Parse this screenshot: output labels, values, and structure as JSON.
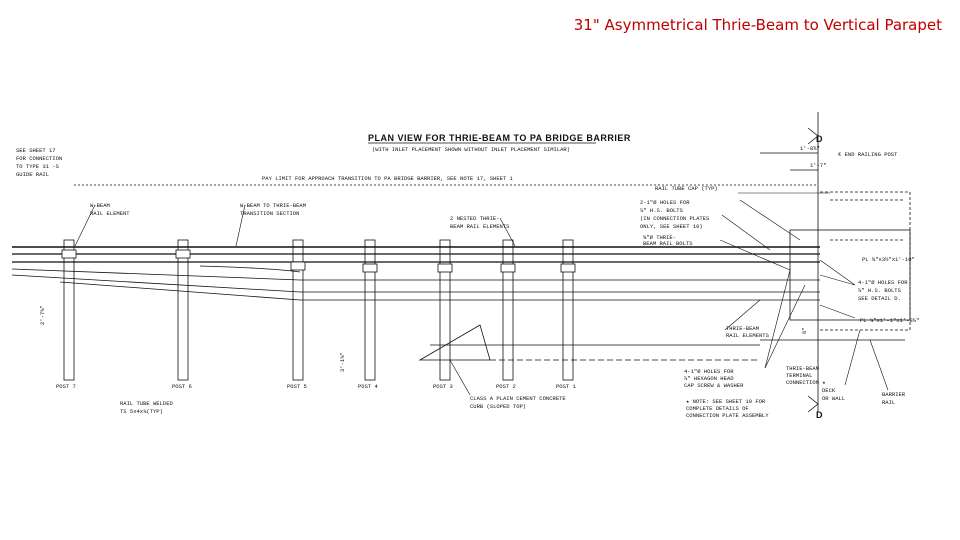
{
  "slide": {
    "title": "31\" Asymmetrical Thrie-Beam to Vertical Parapet"
  },
  "drawing": {
    "title": "PLAN VIEW FOR THRIE-BEAM TO PA BRIDGE BARRIER",
    "subtitle": "(WITH INLET PLACEMENT SHOWN WITHOUT INLET PLACEMENT SIMILAR)",
    "pay_line": "PAY LIMIT FOR APPROACH TRANSITION TO PA BRIDGE BARRIER, SEE NOTE 17, SHEET 1",
    "notes": {
      "see_sheet_17": [
        "SEE SHEET 17",
        "FOR CONNECTION",
        "TO TYPE 31 -S",
        "GUIDE RAIL"
      ],
      "w_beam": [
        "W-BEAM",
        "RAIL ELEMENT"
      ],
      "w_to_thrie": [
        "W-BEAM TO THRIE-BEAM",
        "TRANSITION SECTION"
      ],
      "nested": [
        "2 NESTED THRIE-",
        "BEAM RAIL ELEMENTS"
      ],
      "rail_tube_cap": "RAIL TUBE CAP (TYP)",
      "holes_top": [
        "2-1\"Ø HOLES FOR",
        "⅞\" H.S. BOLTS",
        "(IN CONNECTION PLATES",
        "ONLY, SEE SHEET 10)"
      ],
      "beam_bolts": [
        "⅝\"Ø THRIE-",
        "BEAM RAIL BOLTS"
      ],
      "end_railing": "€ END RAILING POST",
      "holes_right": [
        "4-1\"Ø HOLES FOR",
        "⅞\" H.S. BOLTS",
        "SEE DETAIL D."
      ],
      "pl_top": "PL ⅝\"x3½\"x1'-10\"",
      "pl_bottom": "PL ⅜\"x1'-1\"x1'-8¼\"",
      "thrie_elements": [
        "THRIE-BEAM",
        "RAIL ELEMENTS"
      ],
      "holes_bottom": [
        "4-1\"Ø HOLES FOR",
        "⅞\" HEXAGON HEAD",
        "CAP SCREW & WASHER"
      ],
      "terminal": [
        "THRIE-BEAM",
        "TERMINAL",
        "CONNECTION ★"
      ],
      "deck": [
        "DECK",
        "OR WALL"
      ],
      "barrier": [
        "BARRIER",
        "RAIL"
      ],
      "class_a": [
        "CLASS A PLAIN CEMENT CONCRETE",
        "CURB (SLOPED TOP)"
      ],
      "tube_welded": [
        "RAIL TUBE WELDED",
        "TS 5x4x⅜(TYP)"
      ],
      "star_note": [
        "★ NOTE: SEE SHEET 10 FOR",
        "COMPLETE DETAILS OF",
        "CONNECTION PLATE ASSEMBLY"
      ]
    },
    "dims": {
      "d1": "1'-8¾\"",
      "d2": "1'-7\"",
      "d3": "2'-7⅝\"",
      "d4": "3'-1⅝\"",
      "d5": "6\""
    },
    "section_marks": [
      "D",
      "D"
    ],
    "posts": [
      "POST 7",
      "POST 6",
      "POST 5",
      "POST 4",
      "POST 3",
      "POST 2",
      "POST 1"
    ]
  }
}
